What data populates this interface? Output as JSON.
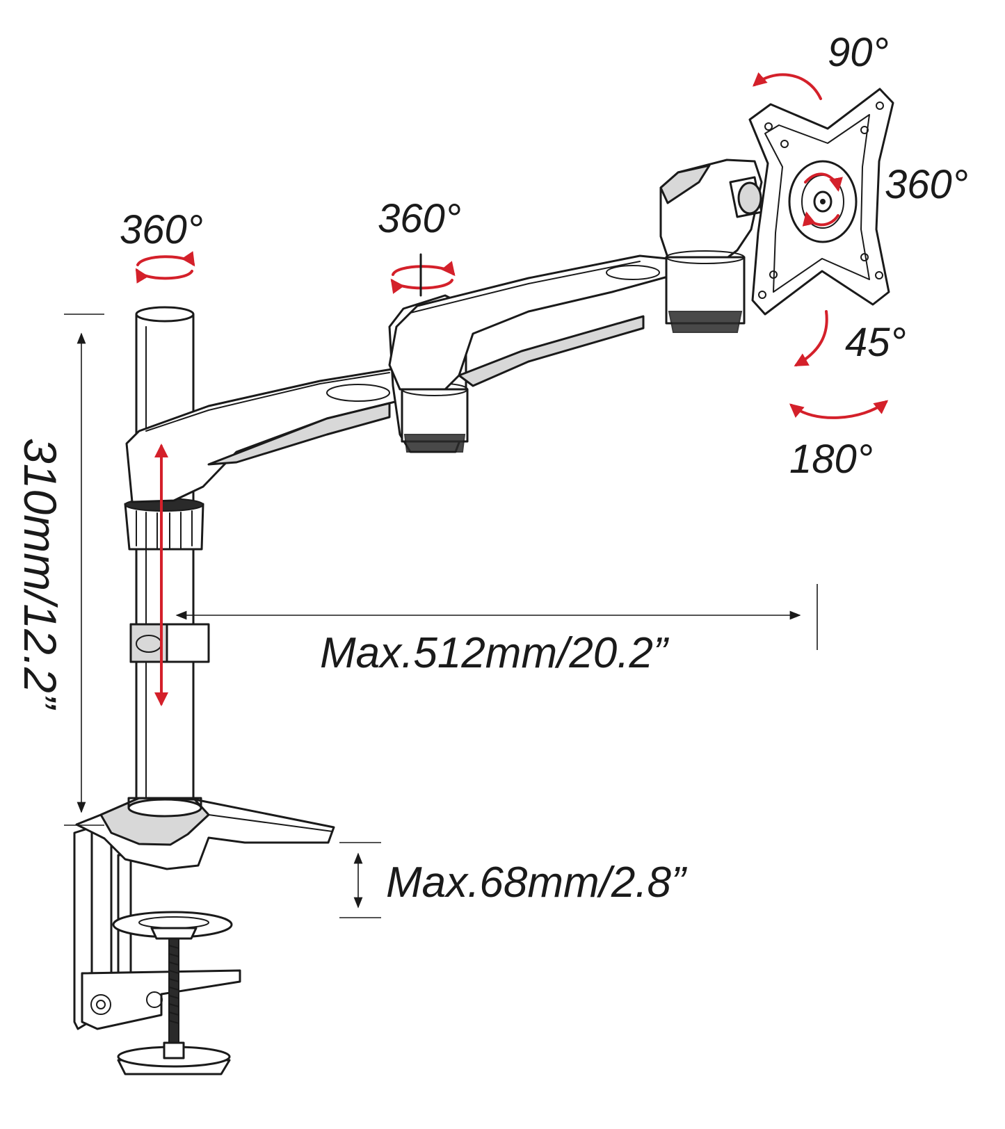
{
  "colors": {
    "accent": "#d4202a",
    "line": "#1a1a1a"
  },
  "rotation_labels": {
    "pole_top": "360°",
    "arm_joint": "360°",
    "plate_spin": "360°",
    "plate_tilt_up": "90°",
    "plate_tilt_down": "45°",
    "plate_swivel": "180°"
  },
  "dimensions": {
    "pole_height": "310mm/12.2”",
    "arm_reach": "Max.512mm/20.2”",
    "desk_thickness": "Max.68mm/2.8”"
  }
}
